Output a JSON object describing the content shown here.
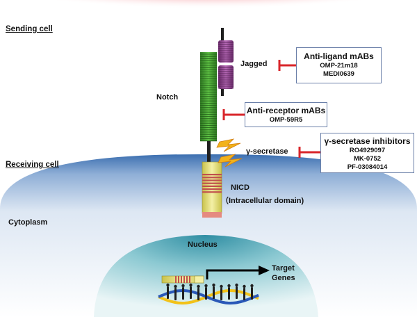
{
  "labels": {
    "sending_cell": "Sending cell",
    "receiving_cell": "Receiving cell",
    "cytoplasm": "Cytoplasm",
    "nucleus": "Nucleus",
    "notch": "Notch",
    "jagged": "Jagged",
    "gamma_secretase": "γ-secretase",
    "nicd": "NICD",
    "nicd_sub": "（Intracellular domain)",
    "target_genes_line1": "Target",
    "target_genes_line2": "Genes"
  },
  "inhibitor_boxes": {
    "anti_ligand": {
      "title": "Anti-ligand mABs",
      "items": [
        "OMP-21m18",
        "MEDI0639"
      ]
    },
    "anti_receptor": {
      "title": "Anti-receptor mABs",
      "items": [
        "OMP-59R5"
      ]
    },
    "gamma_secretase_inhibitors": {
      "title": "γ-secretase inhibitors",
      "items": [
        "RO4929097",
        "MK-0752",
        "PF-03084014"
      ]
    }
  },
  "colors": {
    "sending_membrane": "#e8333c",
    "receiving_cell": "#3c6fb0",
    "nucleus": "#3a9fb0",
    "notch_receptor": "#3f9a2f",
    "jagged_ligand": "#8e3f8e",
    "nicd": "#e6e07a",
    "nicd_bands": "#c0504d",
    "inhibitor_bar": "#d9252a",
    "box_border": "#6a7fa8",
    "lightning": "#f2b21a",
    "dna_strand_a": "#f2c21a",
    "dna_strand_b": "#2a58b8"
  }
}
